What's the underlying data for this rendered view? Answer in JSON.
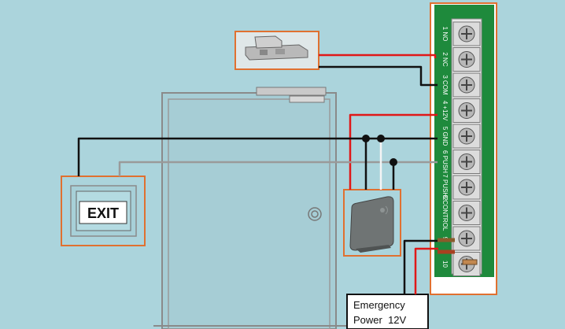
{
  "exit_label": "EXIT",
  "power_label": {
    "line1": "Emergency",
    "line2": "Power  12V"
  },
  "terminals": [
    "1 NO",
    "2 NC",
    "3 COM",
    "4 +12V",
    "5 GND",
    "6 PUSH",
    "7 PUSH2",
    "8 CONTROL",
    "9",
    "10"
  ],
  "colors": {
    "background": "#abd4dc",
    "callout_border": "#e07030",
    "board_green": "#1e8a3c",
    "wire_red": "#e01818",
    "wire_black": "#111111",
    "wire_gray": "#9a9a9a",
    "wire_white": "#f4f4f4"
  },
  "icons": {
    "lock": "electric-strike-lock-icon",
    "reader": "card-reader-icon",
    "door": "door-icon"
  }
}
